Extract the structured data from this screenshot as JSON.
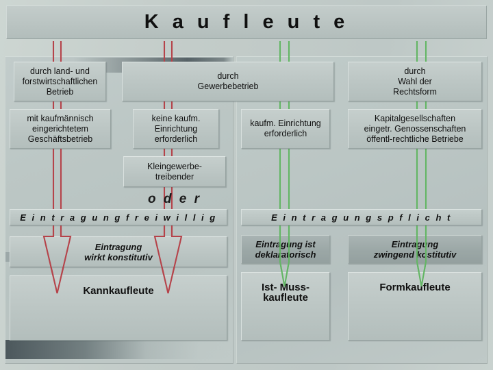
{
  "title": {
    "text": "K a u f l e u t e"
  },
  "colors": {
    "arrow_red": "#b5434a",
    "arrow_green": "#63b664",
    "panel_bg": "#bcc6c4",
    "box_bg": "#c0cac8",
    "box_dark_bg": "#9ca8a7",
    "text": "#101010"
  },
  "left_branch": {
    "criteria": [
      {
        "label": "durch land- und\nforstwirtschaftlichen\nBetrieb"
      },
      {
        "label": "mit kaufmännisch\neingerichtetem\nGeschäftsbetrieb"
      }
    ],
    "middle_criteria": [
      {
        "label": "durch\nGewerbebetrieb"
      },
      {
        "label": "keine kaufm.\nEinrichtung\nerforderlich"
      },
      {
        "label": "Kleingewerbe-\ntreibender"
      }
    ],
    "connector_word": "o d e r",
    "registration_banner": "E i n t r a g u n g     f r e i w i l l i g",
    "effect": "Eintragung\nwirkt konstitutiv",
    "result": "Kannkaufleute"
  },
  "right_branch": {
    "criteria": [
      {
        "label": "kaufm. Einrichtung\nerforderlich"
      },
      {
        "label": "durch\nWahl der\nRechtsform"
      },
      {
        "label": "Kapitalgesellschaften\neingetr. Genossenschaften\nöffentl-rechtliche Betriebe"
      }
    ],
    "registration_banner": "E i n t r a g u n g s p f l i c h t",
    "effects": [
      {
        "label": "Eintragung ist\ndeklaratorisch"
      },
      {
        "label": "Eintragung\nzwingend kostitutiv"
      }
    ],
    "results": [
      {
        "label": "Ist- Muss-\nkaufleute"
      },
      {
        "label": "Formkaufleute"
      }
    ]
  }
}
